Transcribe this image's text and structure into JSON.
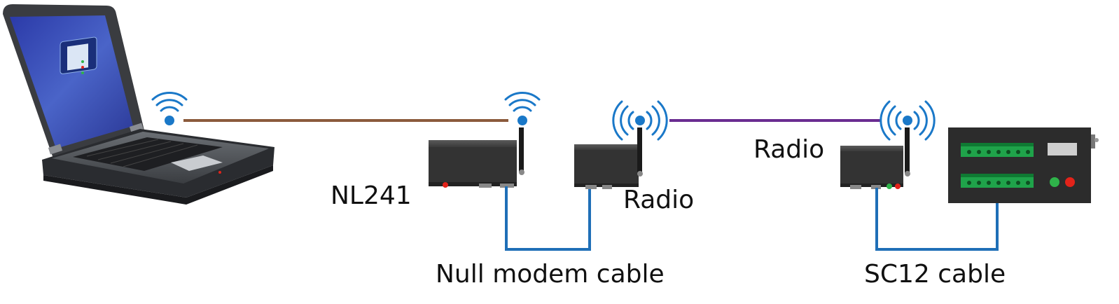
{
  "labels": {
    "nl241": "NL241",
    "radio_local": "Radio",
    "radio_remote": "Radio",
    "null_modem_cable": "Null modem cable",
    "sc12_cable": "SC12 cable"
  },
  "colors": {
    "wifi_link": "#8b5a3c",
    "radio_link": "#6a2c91",
    "cable": "#1f6fb7",
    "signal": "#1a78c8",
    "device_body": "#2e2e2e",
    "terminal_green": "#1fa34a",
    "led_red": "#e2231a",
    "led_green": "#2fb34a"
  },
  "icons": {
    "laptop": "laptop-icon",
    "wifi": "wifi-signal-icon",
    "radio_waves": "radio-wave-icon"
  }
}
